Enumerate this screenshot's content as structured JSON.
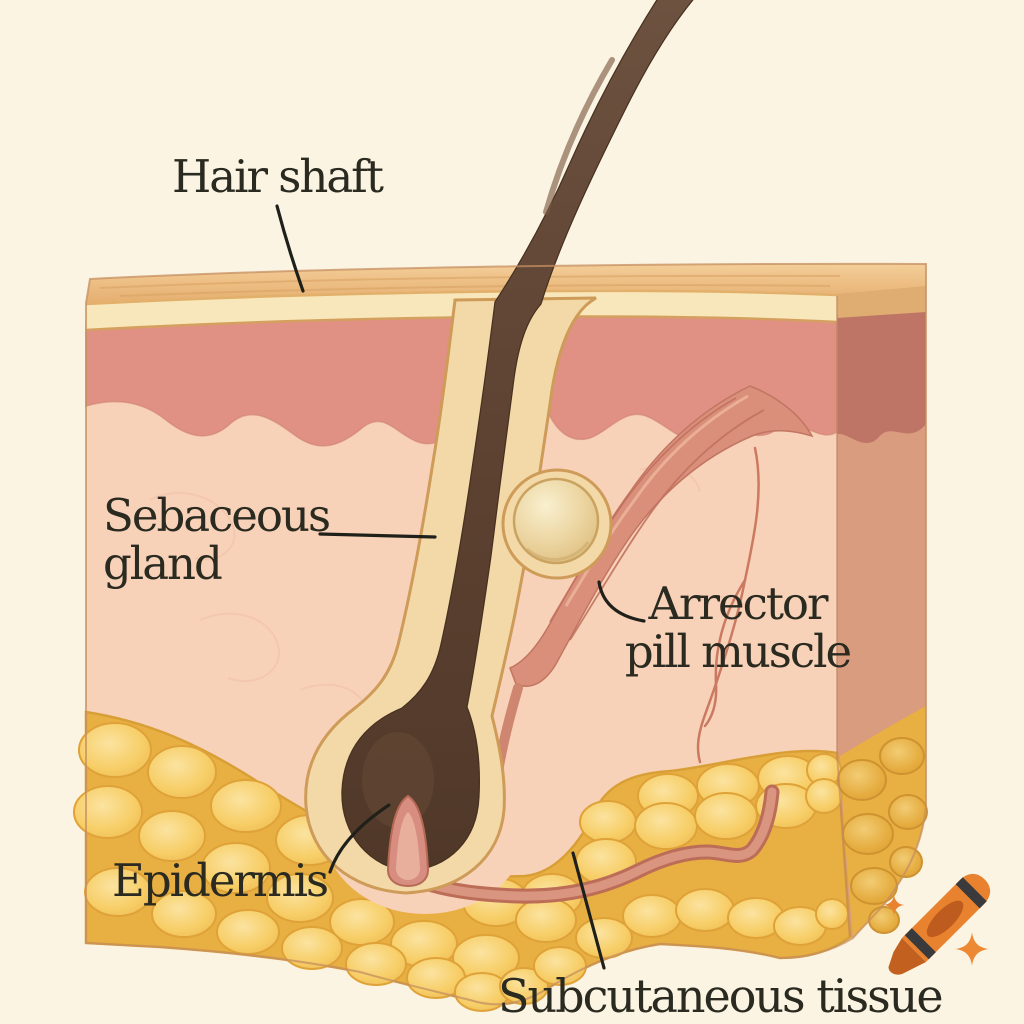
{
  "diagram": {
    "subject": "Skin cross-section with hair follicle",
    "labels": {
      "hair_shaft": {
        "text": "Hair shaft"
      },
      "sebaceous_gland": {
        "line1": "Sebaceous",
        "line2": "gland"
      },
      "arrector_pili": {
        "line1": "Arrector",
        "line2": "pill muscle"
      },
      "epidermis": {
        "text": "Epidermis"
      },
      "subcutaneous_tissue": {
        "text": "Subcutaneous tissue"
      }
    },
    "colors": {
      "background": "#FBF4E3",
      "text": "#2A2A20",
      "leader_line": "#20201A",
      "skin_top_tan": "#EFC28A",
      "stratum_corneum_cream": "#F8E7BA",
      "epidermis_salmon": "#E09184",
      "dermis_pink": "#F8D2B8",
      "fat_yellow_base": "#E8AF43",
      "fat_lobule": "#F7CE67",
      "hair_brown": "#5B4030",
      "follicle_sheath_cream": "#F3D9A7",
      "sebaceous_gland_cream": "#EBD39E",
      "arrector_muscle_pink": "#DA8F7B",
      "dermal_papilla_pink": "#D78E80",
      "nerve_fiber_pink": "#D9957F",
      "crayon_orange": "#E9822F",
      "crayon_rust": "#BE5B1E",
      "crayon_stripe": "#3A3A3C"
    },
    "watermark": {
      "icon": "crayon-icon",
      "sparkle_count": 2
    }
  }
}
